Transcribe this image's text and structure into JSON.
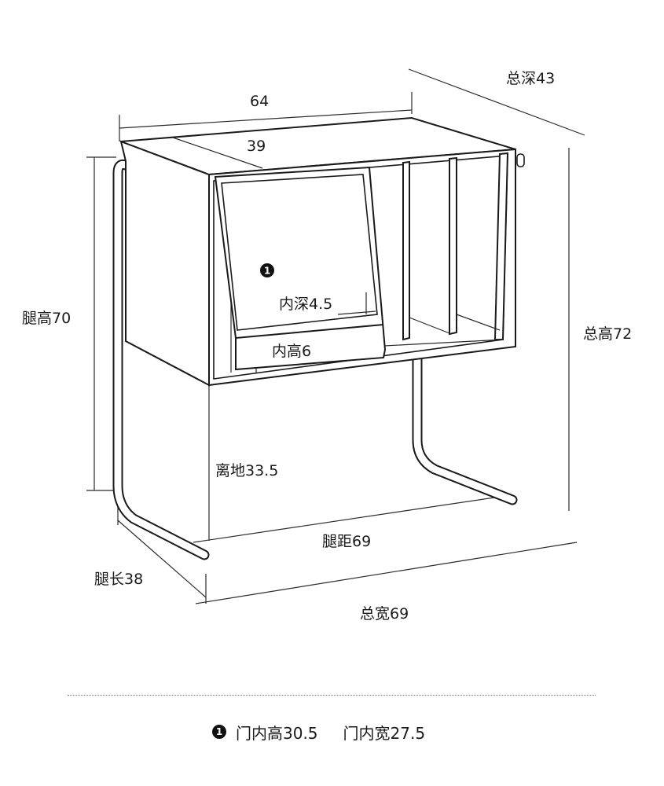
{
  "dimensions": {
    "width_top": "64",
    "depth_top": "39",
    "total_depth": "总深43",
    "leg_height": "腿高70",
    "total_height": "总高72",
    "inner_depth": "内深4.5",
    "inner_height": "内高6",
    "ground_clearance": "离地33.5",
    "leg_distance": "腿距69",
    "leg_length": "腿长38",
    "total_width": "总宽69"
  },
  "marker": {
    "symbol": "1"
  },
  "footnote": {
    "marker": "1",
    "door_inner_height": "门内高30.5",
    "door_inner_width": "门内宽27.5"
  }
}
